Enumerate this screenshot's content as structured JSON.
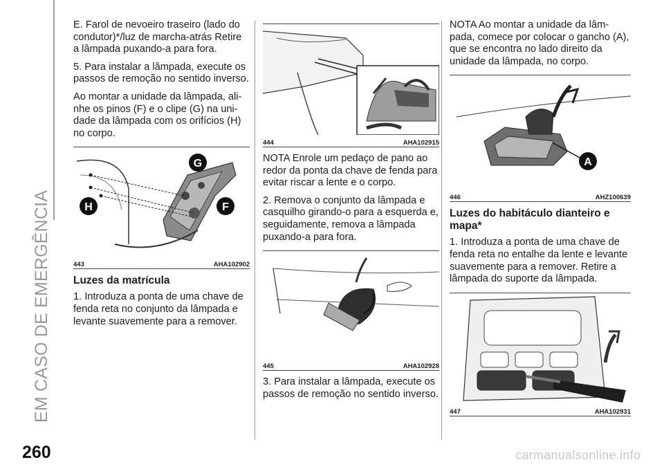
{
  "sidebar": {
    "title": "EM CASO DE EMERGÊNCIA"
  },
  "page_number": "260",
  "footer": "carmanualsonline.info",
  "col1": {
    "p1": "E. Farol de nevoeiro traseiro (lado do condutor)*/luz de marcha-atrás Retire a lâmpada puxando-a para fora.",
    "p2": "5. Para instalar a lâmpada, execute os passos de remoção no sentido inverso.",
    "p3": "Ao montar a unidade da lâmpada, ali-nhe os pinos (F) e o clipe (G) na uni-dade da lâmpada com os orifícios (H) no corpo.",
    "fig": {
      "num": "443",
      "code": "AHA102902",
      "labels": [
        "G",
        "H",
        "F"
      ]
    },
    "heading": "Luzes da matrícula",
    "p4": "1. Introduza a ponta de uma chave de fenda reta no conjunto da lâmpada e levante suavemente para a remover."
  },
  "col2": {
    "fig1": {
      "num": "444",
      "code": "AHA102915"
    },
    "p1": "NOTA  Enrole um pedaço de pano ao redor da ponta da chave de fenda para evitar riscar a lente e o corpo.",
    "p2": "2. Remova o conjunto da lâmpada e casquilho girando-o para a esquerda e, seguidamente, remova a lâmpada puxando-a para fora.",
    "fig2": {
      "num": "445",
      "code": "AHA102928"
    },
    "p3": "3. Para instalar a lâmpada, execute os passos de remoção no sentido inverso."
  },
  "col3": {
    "p1": "NOTA  Ao montar a unidade da lâm-pada, comece por colocar o gancho (A), que se encontra no lado direito da unidade da lâmpada, no corpo.",
    "fig1": {
      "num": "446",
      "code": "AHZ100639",
      "labels": [
        "A"
      ]
    },
    "heading": "Luzes do habitáculo dianteiro e mapa*",
    "p2": "1. Introduza a ponta de uma chave de fenda reta no entalhe da lente e levante suavemente para a remover. Retire a lâmpada do suporte da lâmpada.",
    "fig2": {
      "num": "447",
      "code": "AHA102931"
    }
  }
}
